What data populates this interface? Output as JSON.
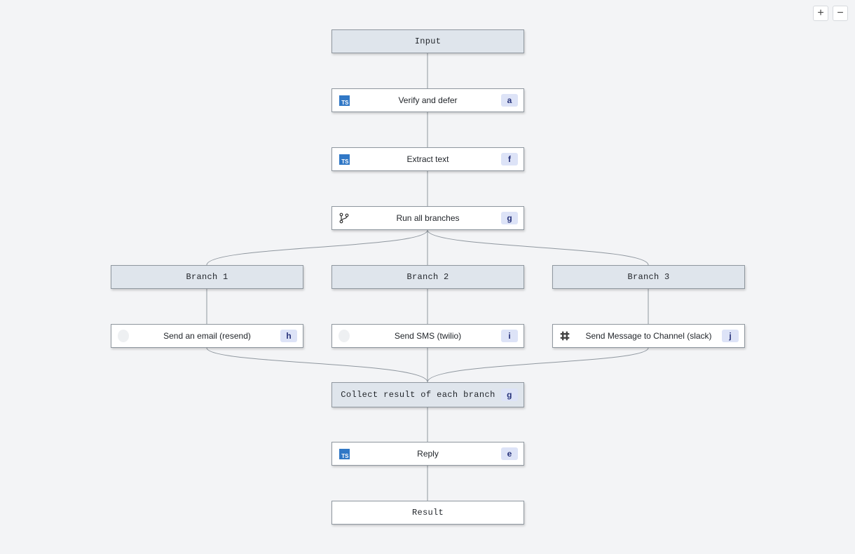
{
  "zoom": {
    "plus": "+",
    "minus": "−"
  },
  "nodes": {
    "input": "Input",
    "verify": {
      "label": "Verify and defer",
      "badge": "a",
      "icon": "typescript-icon"
    },
    "extract": {
      "label": "Extract text",
      "badge": "f",
      "icon": "typescript-icon"
    },
    "run_all": {
      "label": "Run all branches",
      "badge": "g",
      "icon": "branch-icon"
    },
    "branches": [
      "Branch 1",
      "Branch 2",
      "Branch 3"
    ],
    "send_email": {
      "label": "Send an email (resend)",
      "badge": "h",
      "icon": "resend-icon"
    },
    "send_sms": {
      "label": "Send SMS (twilio)",
      "badge": "i",
      "icon": "twilio-icon"
    },
    "send_slack": {
      "label": "Send Message to Channel (slack)",
      "badge": "j",
      "icon": "slack-icon"
    },
    "collect": {
      "label": "Collect result of each branch",
      "badge": "g"
    },
    "reply": {
      "label": "Reply",
      "badge": "e",
      "icon": "typescript-icon"
    },
    "result": "Result"
  },
  "colors": {
    "background": "#f3f4f6",
    "header": "#dfe5ec",
    "badge": "#dde3f7",
    "ts": "#3178c6",
    "edge": "#8f979f"
  }
}
